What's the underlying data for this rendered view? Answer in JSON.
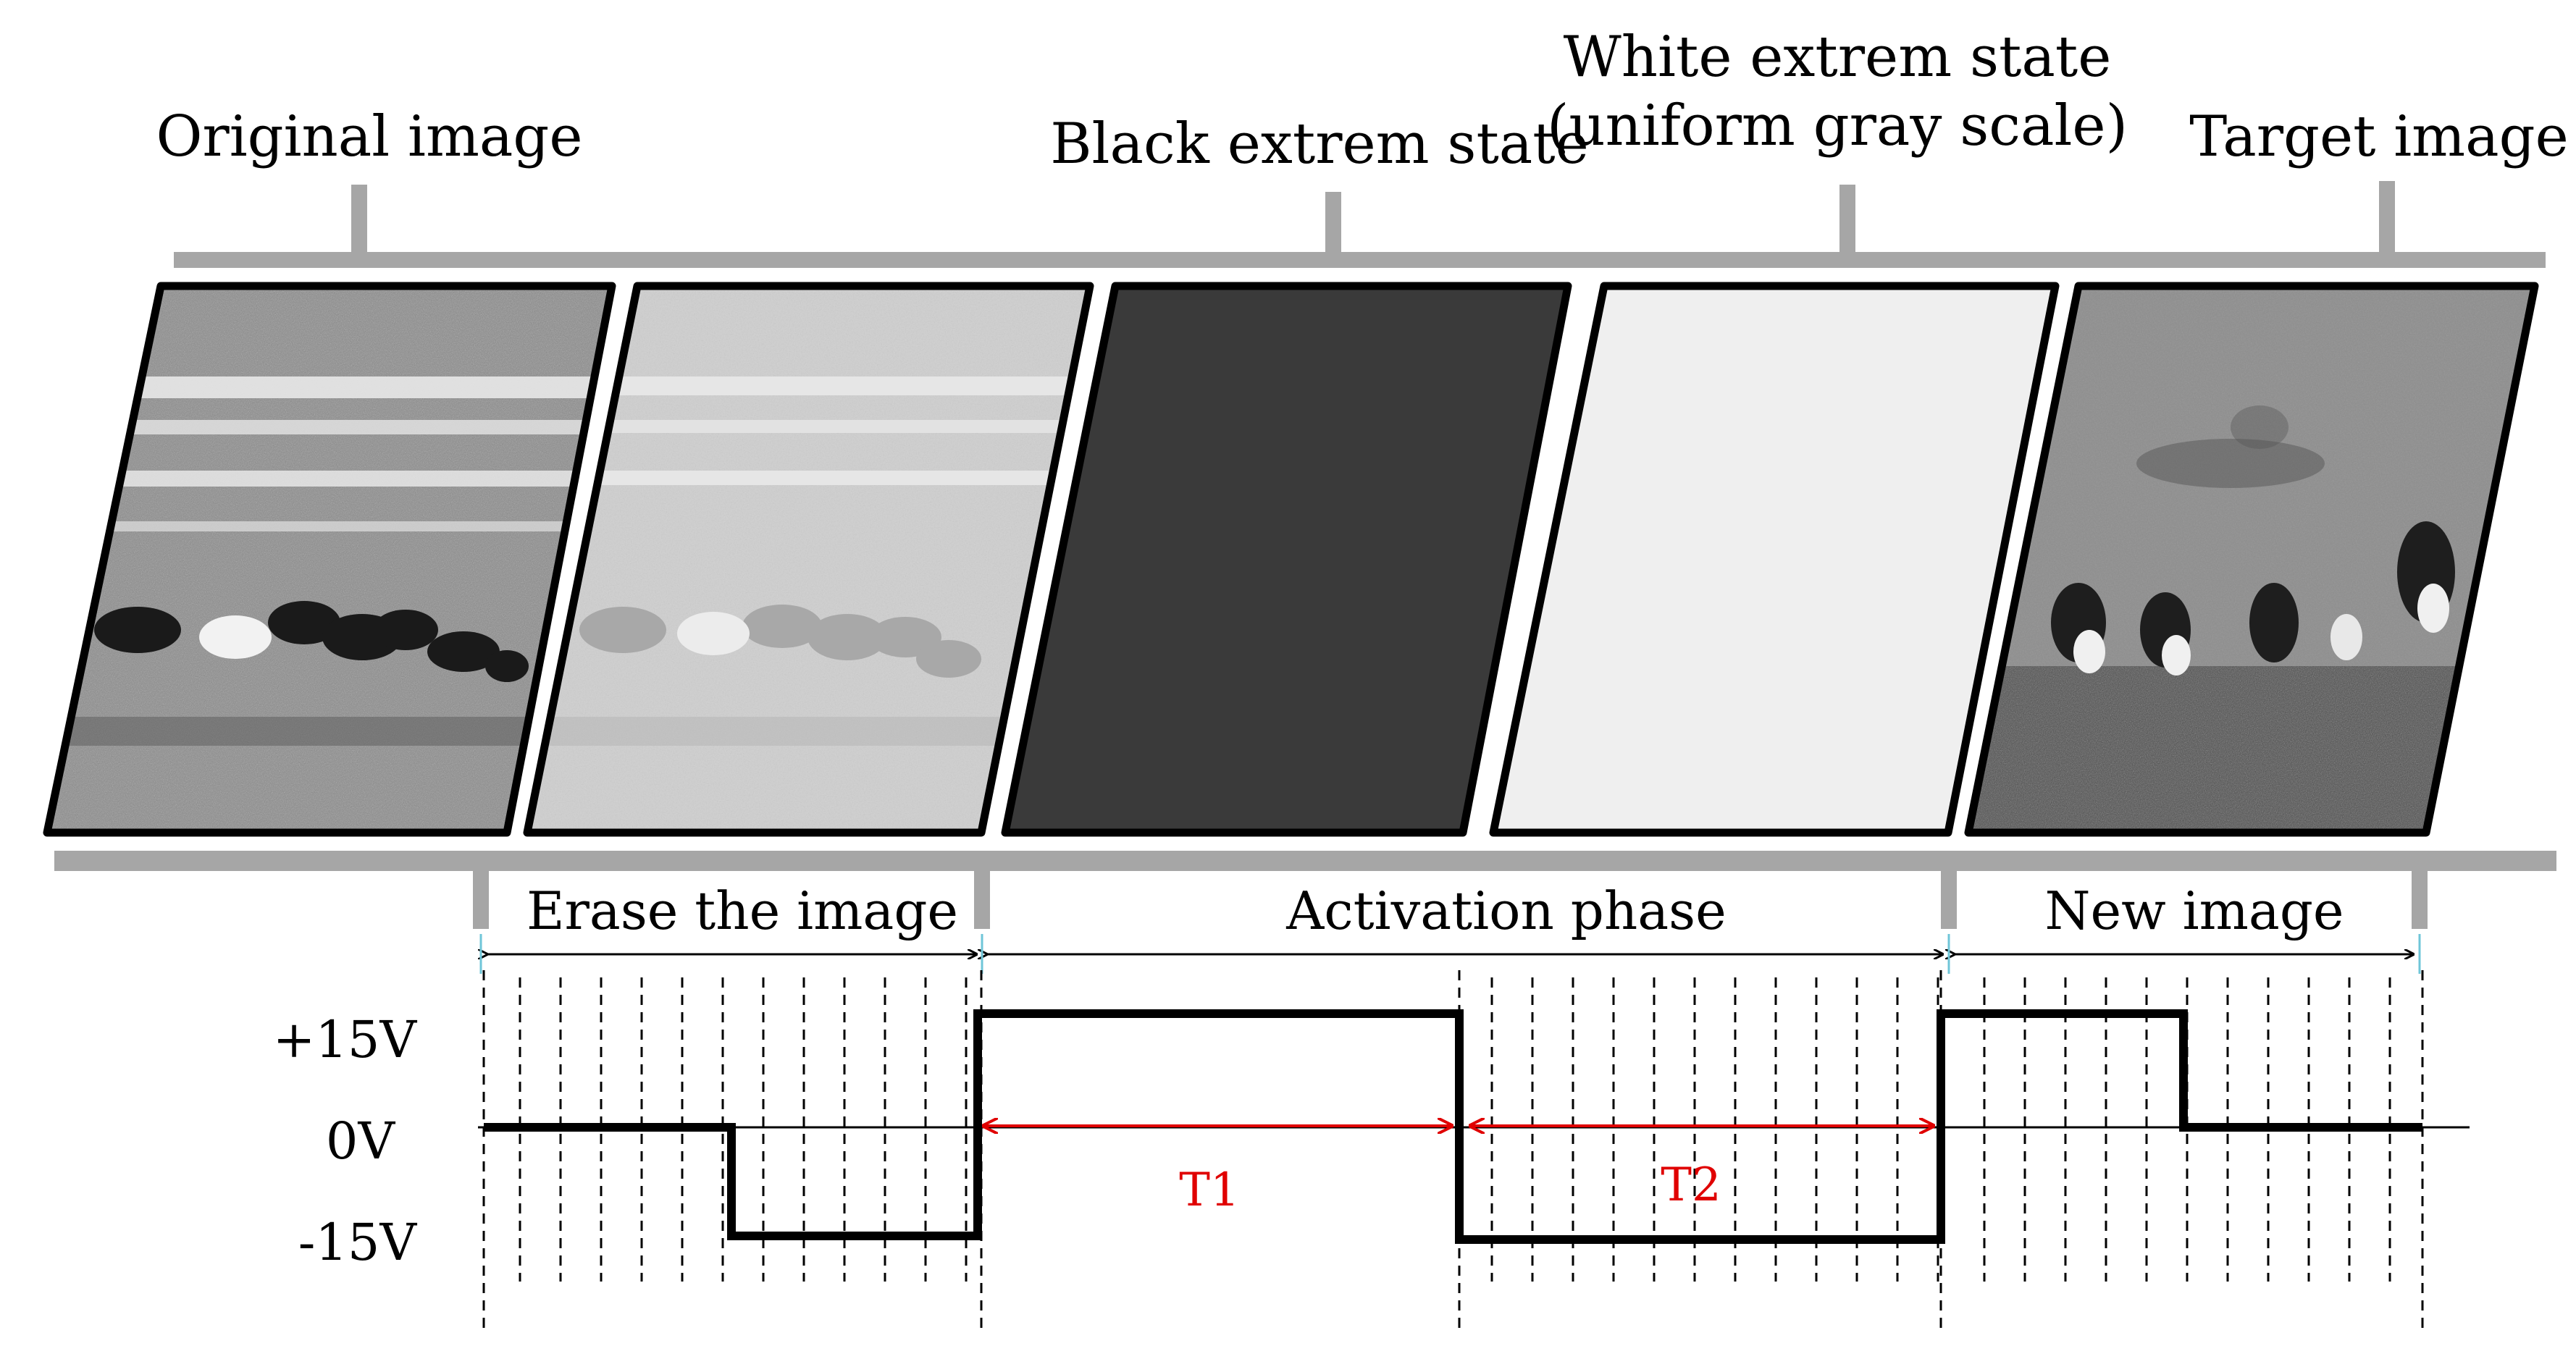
{
  "stage_labels": {
    "original": "Original image",
    "black": "Black extrem state",
    "white_line1": "White extrem state",
    "white_line2": "(uniform gray scale)",
    "target": "Target image"
  },
  "phases": {
    "erase": "Erase the image",
    "activation": "Activation phase",
    "new": "New image"
  },
  "voltages": {
    "high": "+15V",
    "zero": "0V",
    "low": "-15V"
  },
  "intervals": {
    "t1": "T1",
    "t2": "T2"
  },
  "colors": {
    "bracket_gray": "#a6a6a6",
    "interval_red": "#e00000",
    "black_panel": "#3a3a3a",
    "white_panel": "#efefef"
  }
}
